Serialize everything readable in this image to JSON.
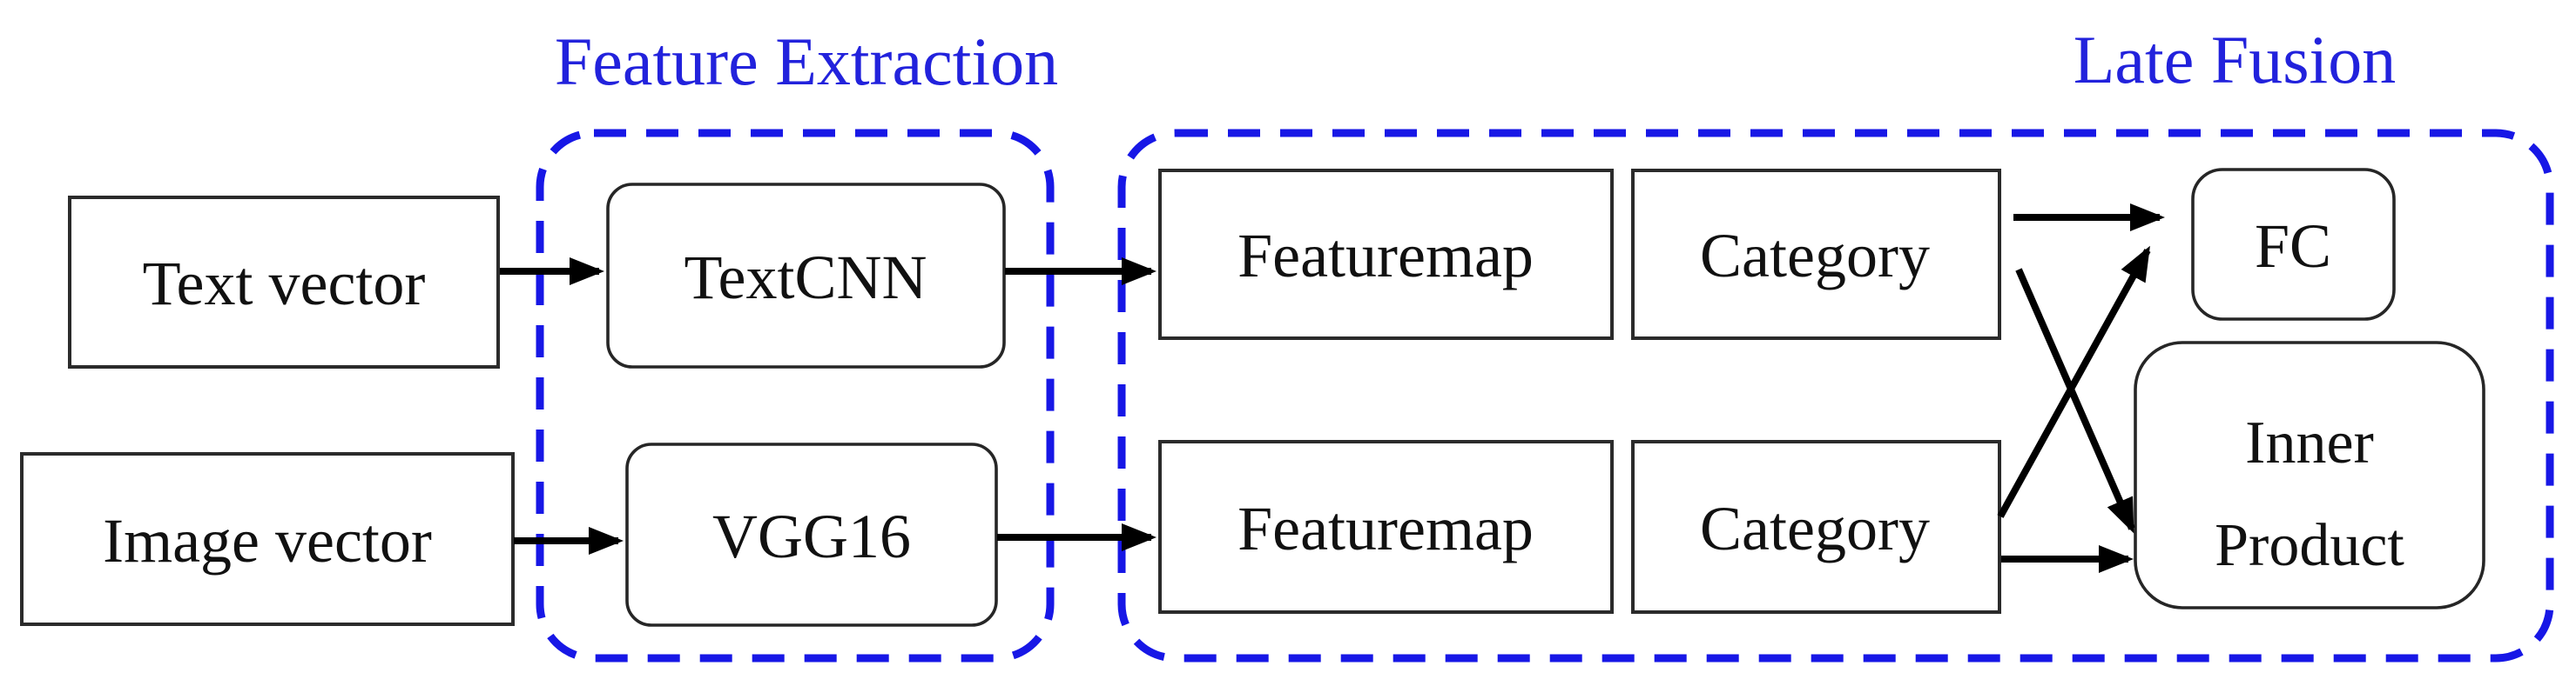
{
  "diagram": {
    "groups": {
      "feature_extraction": {
        "label": "Feature Extraction"
      },
      "late_fusion": {
        "label": "Late Fusion"
      }
    },
    "nodes": {
      "text_vector": {
        "label": "Text vector"
      },
      "image_vector": {
        "label": "Image vector"
      },
      "textcnn": {
        "label": "TextCNN"
      },
      "vgg16": {
        "label": "VGG16"
      },
      "featuremap_text": {
        "label": "Featuremap"
      },
      "featuremap_image": {
        "label": "Featuremap"
      },
      "category_text": {
        "label": "Category"
      },
      "category_image": {
        "label": "Category"
      },
      "fc": {
        "label": "FC"
      },
      "inner_product": {
        "label_line1": "Inner",
        "label_line2": "Product"
      }
    },
    "edges": [
      {
        "from": "text_vector",
        "to": "textcnn"
      },
      {
        "from": "image_vector",
        "to": "vgg16"
      },
      {
        "from": "textcnn",
        "to": "featuremap_text"
      },
      {
        "from": "vgg16",
        "to": "featuremap_image"
      },
      {
        "from": "category_text",
        "to": "fc"
      },
      {
        "from": "category_text",
        "to": "inner_product"
      },
      {
        "from": "category_image",
        "to": "fc"
      },
      {
        "from": "category_image",
        "to": "inner_product"
      }
    ],
    "colors": {
      "group_outline": "#1717E6",
      "group_label_text": "#2222DC",
      "node_border": "#2B2B2B",
      "node_text": "#111111",
      "arrow": "#000000",
      "background": "#FFFFFF"
    }
  }
}
